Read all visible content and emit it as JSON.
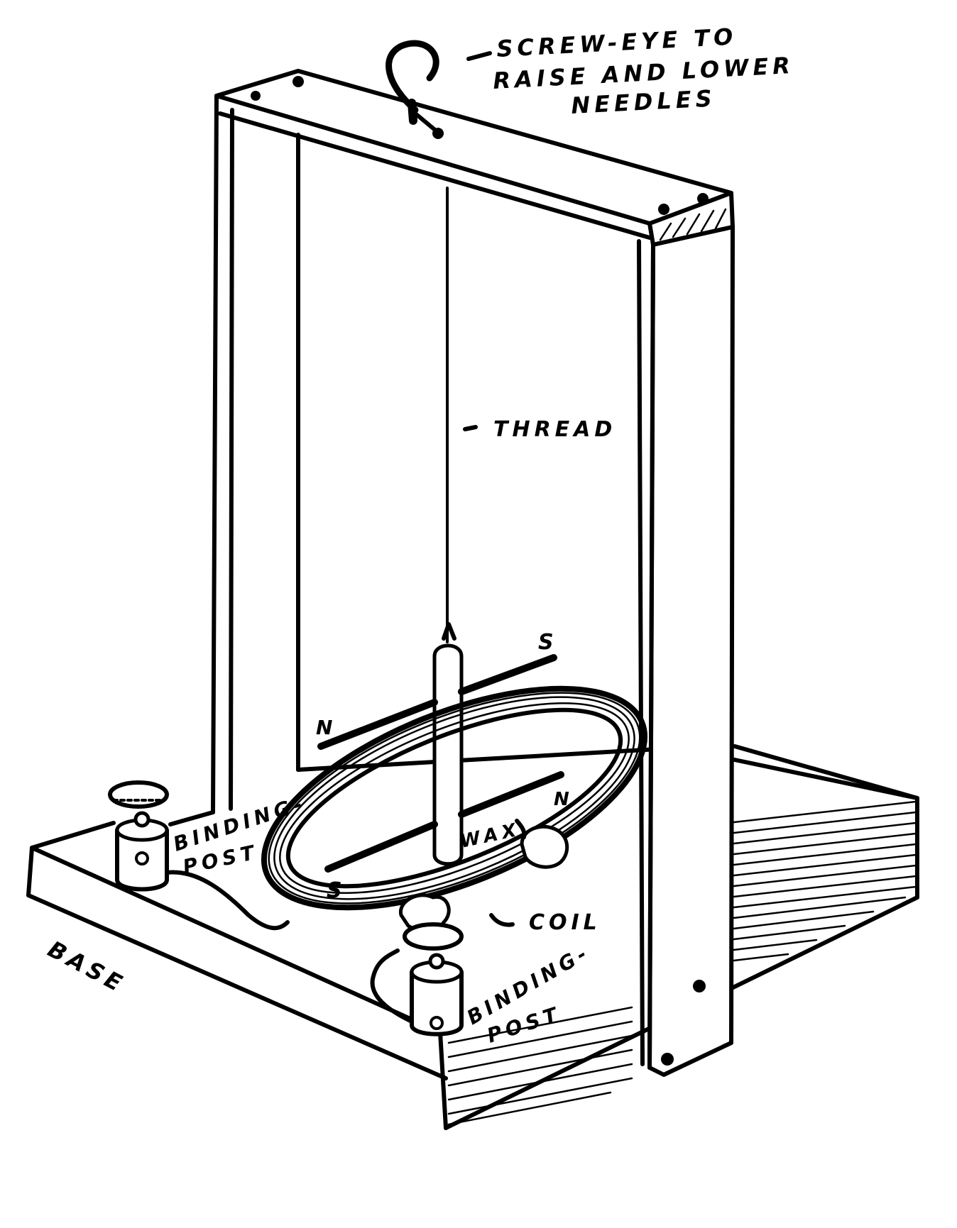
{
  "figure": {
    "title": "Astatic galvanometer construction",
    "background": "#ffffff",
    "ink": "#000000"
  },
  "labels": {
    "screw_eye_line1": "SCREW-EYE TO",
    "screw_eye_line2": "RAISE AND LOWER",
    "screw_eye_line3": "NEEDLES",
    "thread": "THREAD",
    "upper_needle_north": "N",
    "upper_needle_south": "S",
    "lower_needle_north": "N",
    "lower_needle_south": "S",
    "wax": "WAX",
    "coil": "COIL",
    "binding_post_left_line1": "BINDING-",
    "binding_post_left_line2": "POST",
    "binding_post_right_line1": "BINDING-",
    "binding_post_right_line2": "POST",
    "base": "BASE"
  }
}
